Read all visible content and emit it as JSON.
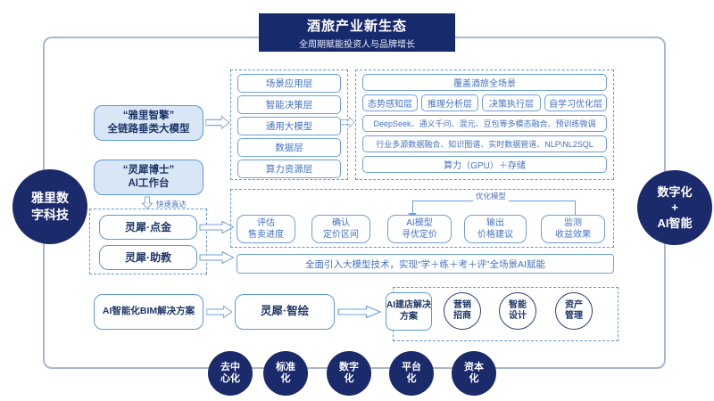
{
  "title": {
    "heading": "酒旅产业新生态",
    "subheading": "全周期赋能投资人与品牌增长"
  },
  "left_circle": {
    "line1": "雅里数",
    "line2": "字科技"
  },
  "right_circle": {
    "line1": "数字化",
    "line2": "+",
    "line3": "AI智能"
  },
  "left_column": {
    "model_box": {
      "line1": "“雅里智擎”",
      "line2": "全链路垂类大模型"
    },
    "workbench_box": {
      "line1": "“灵犀博士”",
      "line2": "AI工作台"
    },
    "quick_label": "快速直达",
    "dianjin": "灵犀·点金",
    "zhujiao": "灵犀·助教",
    "bim": "AI智能化BIM解决方案"
  },
  "layers": [
    "场景应用层",
    "智能决策层",
    "通用大模型",
    "数据层",
    "算力资源层"
  ],
  "right_panel": {
    "top": "覆盖酒旅全场景",
    "row2": [
      "态势感知层",
      "推理分析层",
      "决策执行层",
      "自学习优化层"
    ],
    "row3": "DeepSeek、通义千问、混元、豆包等多模态融合、预训练微调",
    "row4": "行业多源数据融合、知识图谱、实时数据管道、NLP\\NL2SQL",
    "row5": "算力（GPU）＋存储"
  },
  "optimization": {
    "label": "优化模型",
    "steps": [
      {
        "line1": "评估",
        "line2": "售卖进度"
      },
      {
        "line1": "确认",
        "line2": "定价区间"
      },
      {
        "line1": "AI模型",
        "line2": "寻优定价"
      },
      {
        "line1": "输出",
        "line2": "价格建议"
      },
      {
        "line1": "监测",
        "line2": "收益效果"
      }
    ]
  },
  "fullrow": "全面引入大模型技术，实现“学＋练＋考＋评”全场景AI赋能",
  "bottom_flow": {
    "zhihui": "灵犀·智绘",
    "store": {
      "line1": "AI建店解决",
      "line2": "方案"
    },
    "circles": [
      {
        "line1": "营销",
        "line2": "招商"
      },
      {
        "line1": "智能",
        "line2": "设计"
      },
      {
        "line1": "资产",
        "line2": "管理"
      }
    ]
  },
  "bottom_circles": [
    {
      "line1": "去中",
      "line2": "心化"
    },
    {
      "line1": "标准",
      "line2": "化"
    },
    {
      "line1": "数字",
      "line2": "化"
    },
    {
      "line1": "平台",
      "line2": "化"
    },
    {
      "line1": "资本",
      "line2": "化"
    }
  ],
  "colors": {
    "navy": "#1b2a6b",
    "blue_text": "#4472c4",
    "border_blue": "#5b9bd5",
    "frame": "#a9b6d4"
  }
}
